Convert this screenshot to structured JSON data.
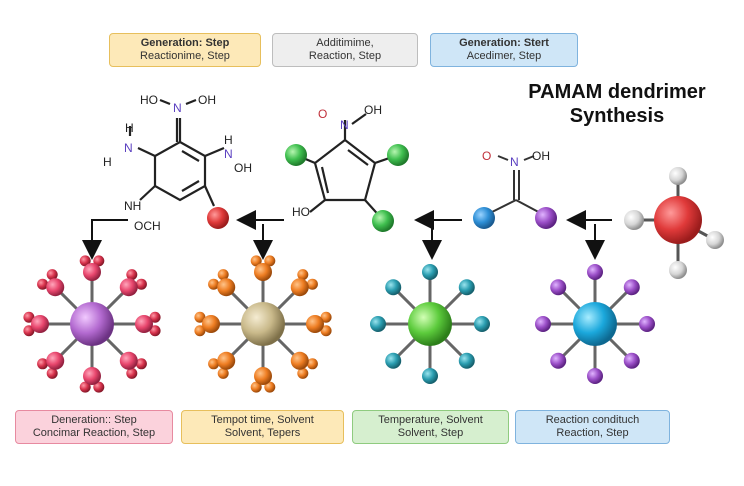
{
  "title": {
    "line1": "PAMAM dendrimer",
    "line2": "Synthesis"
  },
  "top_boxes": [
    {
      "line1": "Generation: Step",
      "line2": "Reactionime, Step",
      "bg": "#fde9b8",
      "border": "#e7bf5c"
    },
    {
      "line1": "Additimime,",
      "line2": "Reaction, Step",
      "bg": "#eeeeee",
      "border": "#bdbdbd"
    },
    {
      "line1": "Generation: Stert",
      "line2": "Acedimer, Step",
      "bg": "#cfe6f7",
      "border": "#7fb3de"
    }
  ],
  "bottom_boxes": [
    {
      "line1": "Deneration:: Step",
      "line2": "Concimar Reaction, Step",
      "bg": "#fbd2dc",
      "border": "#e78aa0"
    },
    {
      "line1": "Tempot time, Solvent",
      "line2": "Solvent, Tepers",
      "bg": "#fde9b8",
      "border": "#e7bf5c"
    },
    {
      "line1": "Temperature, Solvent",
      "line2": "Solvent, Step",
      "bg": "#d6efcf",
      "border": "#8fcb7f"
    },
    {
      "line1": "Reaction condituch",
      "line2": "Reaction, Step",
      "bg": "#cfe6f7",
      "border": "#7fb3de"
    }
  ],
  "labels": {
    "n": "N",
    "oh": "OH",
    "ho": "HO",
    "o": "O",
    "h": "H",
    "nh": "NH",
    "och": "OCH"
  },
  "colors": {
    "red_atom": "#e03a3a",
    "white_atom": "#d8d8d8",
    "blue_atom": "#2e8fd6",
    "purple_atom": "#9b4fc8",
    "green_atom": "#3fbf4f",
    "teal_atom": "#2a9db0",
    "cyan_core": "#1ba8dc",
    "green_core": "#5ccb3c",
    "tan_core": "#c9b98a",
    "orange_atom": "#ee7d22",
    "violet_core": "#b36ad0",
    "pink_atom": "#e8466d",
    "crimson_atom": "#d8334d",
    "bond": "#333333"
  }
}
